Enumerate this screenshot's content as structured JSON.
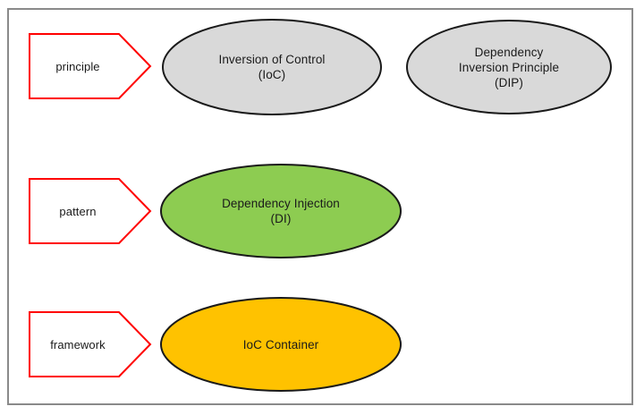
{
  "diagram": {
    "title": "IoC / DI / IoC Container layering diagram",
    "background_color": "#FFFFFF",
    "frame_color": "#8A8A8A",
    "tag_border_color": "#FF0000",
    "node_stroke_color": "#1A1A1A",
    "text_color": "#1A1A1A"
  },
  "rows": [
    {
      "tag": "principle",
      "nodes": [
        {
          "id": "ioc",
          "lines": [
            "Inversion of Control",
            "(IoC)"
          ],
          "fill": "#D9D9D9"
        },
        {
          "id": "dip",
          "lines": [
            "Dependency",
            "Inversion Principle",
            "(DIP)"
          ],
          "fill": "#D9D9D9"
        }
      ]
    },
    {
      "tag": "pattern",
      "nodes": [
        {
          "id": "di",
          "lines": [
            "Dependency Injection",
            "(DI)"
          ],
          "fill": "#8DCC51"
        }
      ]
    },
    {
      "tag": "framework",
      "nodes": [
        {
          "id": "ioc-container",
          "lines": [
            "IoC Container"
          ],
          "fill": "#FFC200"
        }
      ]
    }
  ]
}
